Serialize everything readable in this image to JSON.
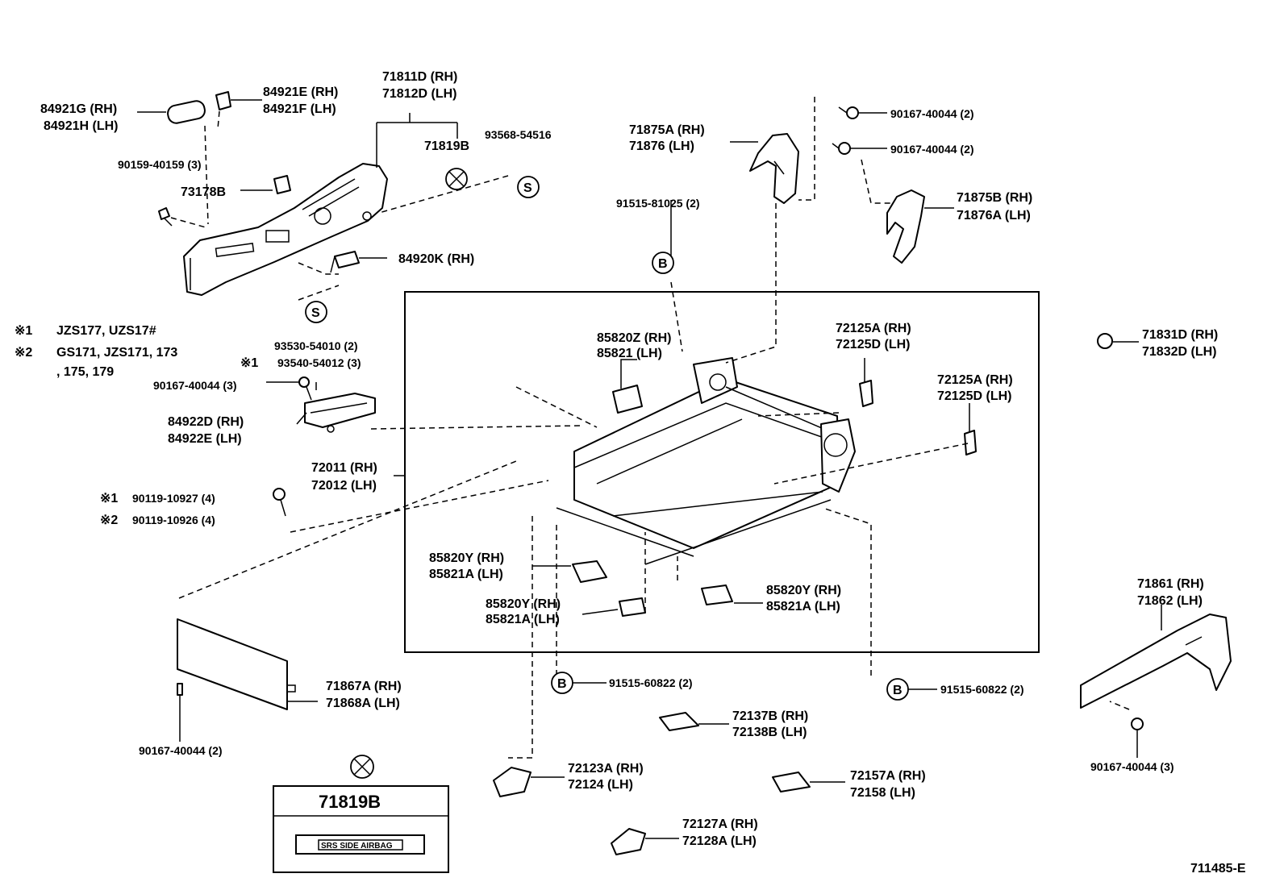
{
  "diagram_code": "711485-E",
  "legend": {
    "note1_mark": "※1",
    "note1_text": "JZS177, UZS17#",
    "note2_mark": "※2",
    "note2_text": "GS171, JZS171, 173",
    "note2_text_cont": ", 175, 179"
  },
  "badge": {
    "part_number": "71819B",
    "caption": "SRS SIDE AIRBAG"
  },
  "symbols": {
    "screw_mark": "S",
    "bolt_mark": "B"
  },
  "labels": {
    "p84921G_rh": "84921G (RH)",
    "p84921H_lh": "84921H (LH)",
    "p84921E_rh": "84921E (RH)",
    "p84921F_lh": "84921F (LH)",
    "p71811D_rh": "71811D (RH)",
    "p71812D_lh": "71812D (LH)",
    "p71819B": "71819B",
    "p93568": "93568-54516",
    "p90159": "90159-40159 (3)",
    "p73178B": "73178B",
    "p84920K": "84920K (RH)",
    "p93530": "93530-54010 (2)",
    "p93540_mark": "※1",
    "p93540": "93540-54012 (3)",
    "p90167_3a": "90167-40044 (3)",
    "p84922D_rh": "84922D (RH)",
    "p84922E_lh": "84922E (LH)",
    "p72011_rh": "72011 (RH)",
    "p72012_lh": "72012 (LH)",
    "p90119_927_mark": "※1",
    "p90119_927": "90119-10927 (4)",
    "p90119_926_mark": "※2",
    "p90119_926": "90119-10926 (4)",
    "p71867A_rh": "71867A (RH)",
    "p71868A_lh": "71868A (LH)",
    "p90167_2a": "90167-40044 (2)",
    "p71875A_rh": "71875A (RH)",
    "p71876_lh": "71876   (LH)",
    "p90167_2b": "90167-40044 (2)",
    "p90167_2c": "90167-40044 (2)",
    "p71875B_rh": "71875B (RH)",
    "p71876A_lh": "71876A (LH)",
    "p91515_81025": "91515-81025 (2)",
    "p85820Z_rh": "85820Z (RH)",
    "p85821_lh": "85821   (LH)",
    "p72125A_rh_1": "72125A (RH)",
    "p72125D_lh_1": "72125D (LH)",
    "p72125A_rh_2": "72125A (RH)",
    "p72125D_lh_2": "72125D (LH)",
    "p71831D_rh": "71831D (RH)",
    "p71832D_lh": "71832D (LH)",
    "p85820Y_rh_1": "85820Y (RH)",
    "p85821A_lh_1": "85821A (LH)",
    "p85820Y_rh_2": "85820Y (RH)",
    "p85821A_lh_2": "85821A (LH)",
    "p85820Y_rh_3": "85820Y (RH)",
    "p85821A_lh_3": "85821A (LH)",
    "p91515_60822_a": "91515-60822 (2)",
    "p91515_60822_b": "91515-60822 (2)",
    "p71861_rh": "71861 (RH)",
    "p71862_lh": "71862 (LH)",
    "p90167_3b": "90167-40044 (3)",
    "p72137B_rh": "72137B (RH)",
    "p72138B_lh": "72138B (LH)",
    "p72123A_rh": "72123A (RH)",
    "p72124_lh": "72124   (LH)",
    "p72157A_rh": "72157A (RH)",
    "p72158_lh": "72158   (LH)",
    "p72127A_rh": "72127A (RH)",
    "p72128A_lh": "72128A (LH)"
  }
}
